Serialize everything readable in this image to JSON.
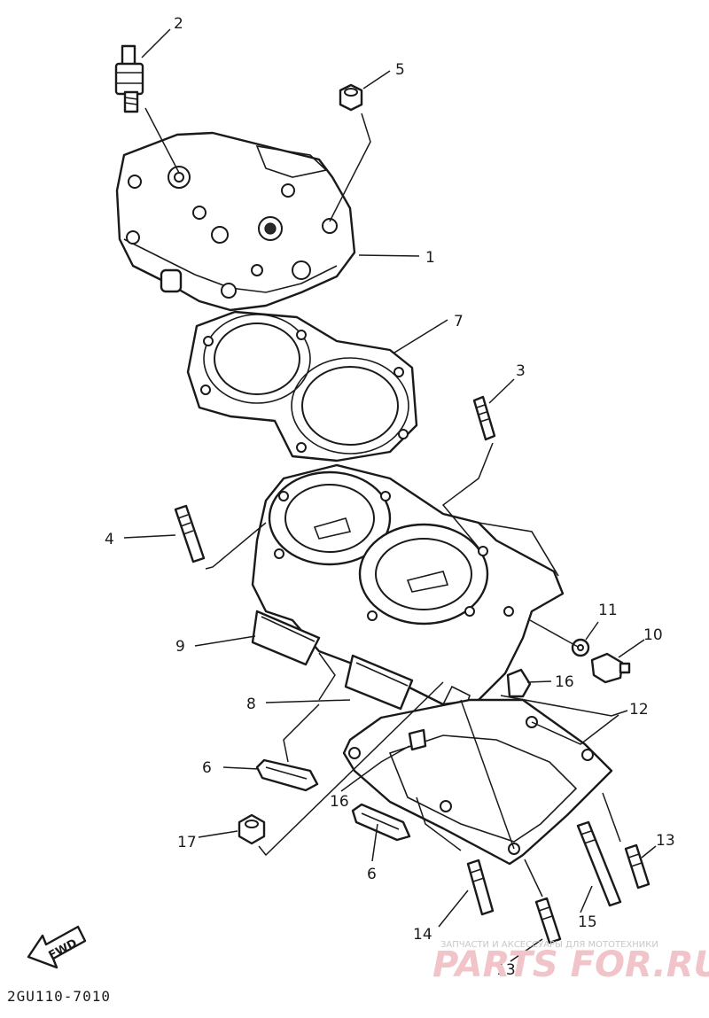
{
  "diagram": {
    "drawing_code": "2GU110-7010",
    "direction_label": "FWD",
    "callouts": [
      "1",
      "2",
      "3",
      "4",
      "5",
      "6",
      "6",
      "7",
      "8",
      "9",
      "10",
      "11",
      "12",
      "13",
      "13",
      "14",
      "15",
      "16",
      "16",
      "17"
    ]
  },
  "watermark": {
    "caption": "ЗАПЧАСТИ И АКСЕССУАРЫ ДЛЯ МОТОТЕХНИКИ",
    "brand": "PARTS FOR.RU"
  },
  "colors": {
    "line": "#1a1a1a",
    "background": "#ffffff",
    "watermark_brand": "#f0c4c9"
  }
}
